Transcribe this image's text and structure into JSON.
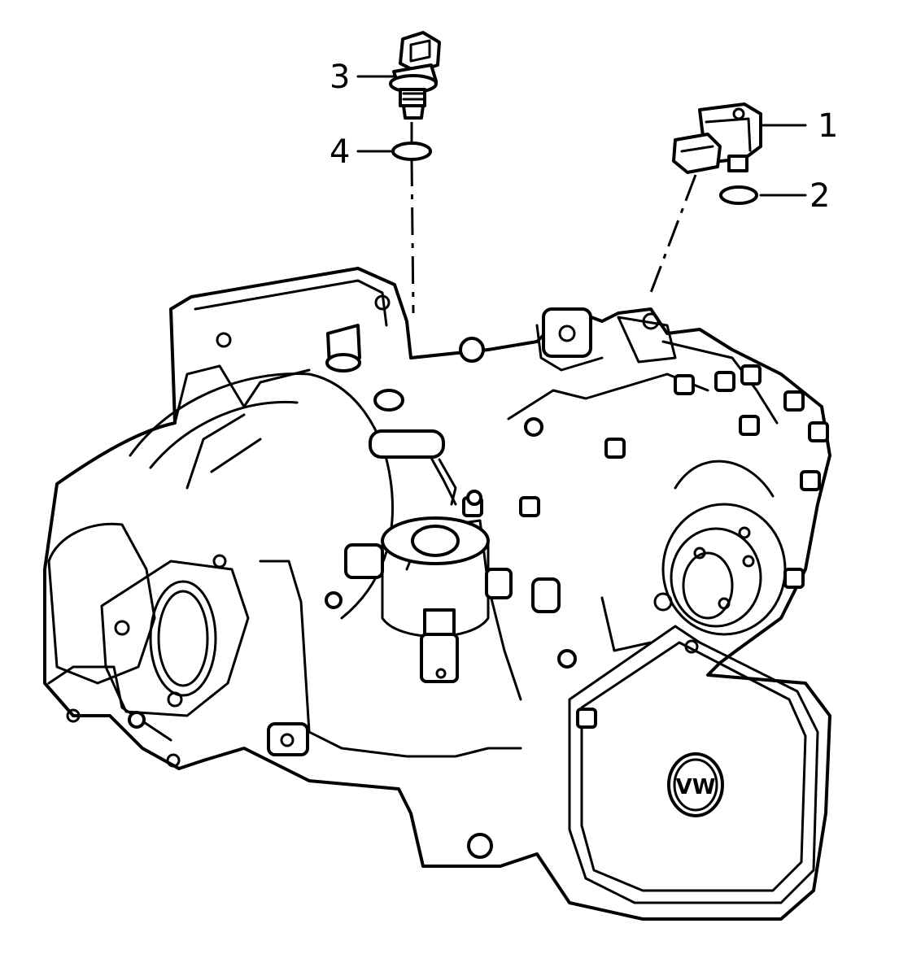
{
  "callouts": [
    {
      "number": "1",
      "part": "sensor-with-connector"
    },
    {
      "number": "2",
      "part": "o-ring-seal"
    },
    {
      "number": "3",
      "part": "switch-with-connector"
    },
    {
      "number": "4",
      "part": "o-ring-seal"
    }
  ],
  "emblem_letters": "VW",
  "colors": {
    "line": "#000000",
    "background": "#ffffff"
  }
}
